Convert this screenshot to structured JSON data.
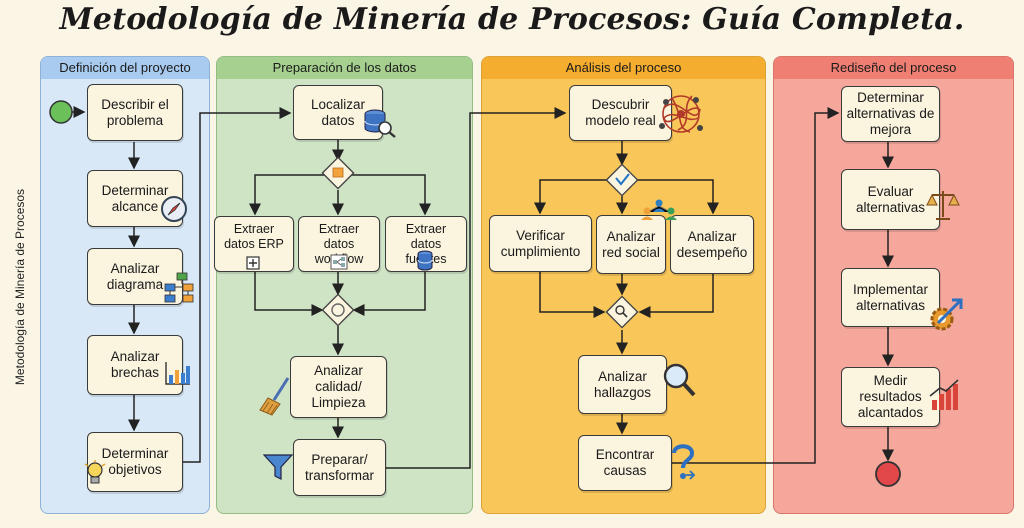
{
  "title": "Metodología de Minería de Procesos: Guía Completa.",
  "side_label": "Metodología de Minería de Procesos",
  "lanes": [
    {
      "label": "Definición del proyecto",
      "color": "#a9cbef"
    },
    {
      "label": "Preparación de los datos",
      "color": "#a6d08f"
    },
    {
      "label": "Análisis del proceso",
      "color": "#f4ad2f"
    },
    {
      "label": "Rediseño del proceso",
      "color": "#ef7f73"
    }
  ],
  "steps": {
    "describir": "Describir el problema",
    "alcance": "Determinar alcance",
    "diagrama": "Analizar diagrama",
    "brechas": "Analizar brechas",
    "objetivos": "Determinar objetivos",
    "localizar": "Localizar datos",
    "erp": "Extraer datos ERP",
    "workflow": "Extraer datos workflow",
    "fuentes": "Extraer datos fuentes",
    "calidad": "Analizar calidad/ Limpieza",
    "preparar": "Preparar/ transformar",
    "descubrir": "Descubrir modelo real",
    "cumplimiento": "Verificar cumplimiento",
    "red_social": "Analizar red social",
    "desempeno": "Analizar desempeño",
    "hallazgos": "Analizar hallazgos",
    "causas": "Encontrar causas",
    "alternativas": "Determinar alternativas de mejora",
    "evaluar": "Evaluar alternativas",
    "implementar": "Implementar alternativas",
    "medir": "Medir resultados alcantados"
  },
  "colors": {
    "start_event": "#6cc05a",
    "end_event": "#e2474a",
    "gateway": "#fbf4df",
    "box_fill": "#fbf4df"
  },
  "icons": {
    "localizar": "database-search-icon",
    "erp": "plus-square-icon",
    "workflow": "workflow-icon",
    "fuentes": "database-icon",
    "alcance": "compass-icon",
    "diagrama": "flowchart-icon",
    "brechas": "bar-chart-icon",
    "objetivos": "lightbulb-icon",
    "calidad": "broom-icon",
    "preparar": "funnel-icon",
    "descubrir": "process-tangle-icon",
    "red_social": "network-people-icon",
    "hallazgos": "magnifier-icon",
    "causas": "question-icon",
    "evaluar": "balance-scale-icon",
    "implementar": "gear-arrow-icon",
    "medir": "growth-chart-icon"
  }
}
